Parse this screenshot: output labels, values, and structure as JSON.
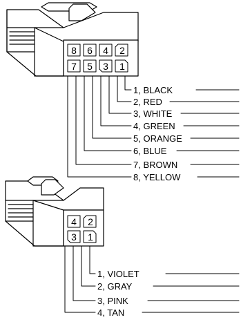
{
  "connectors": [
    {
      "id": "eight-pin",
      "pin_numbers": [
        "8",
        "6",
        "4",
        "2",
        "7",
        "5",
        "3",
        "1"
      ],
      "wires": [
        {
          "pin": "1",
          "label": "1, BLACK"
        },
        {
          "pin": "2",
          "label": "2, RED"
        },
        {
          "pin": "3",
          "label": "3, WHITE"
        },
        {
          "pin": "4",
          "label": "4, GREEN"
        },
        {
          "pin": "5",
          "label": "5, ORANGE"
        },
        {
          "pin": "6",
          "label": "6, BLUE"
        },
        {
          "pin": "7",
          "label": "7, BROWN"
        },
        {
          "pin": "8",
          "label": "8, YELLOW"
        }
      ]
    },
    {
      "id": "four-pin",
      "pin_numbers": [
        "4",
        "2",
        "3",
        "1"
      ],
      "wires": [
        {
          "pin": "1",
          "label": "1, VIOLET"
        },
        {
          "pin": "2",
          "label": "2, GRAY"
        },
        {
          "pin": "3",
          "label": "3, PINK"
        },
        {
          "pin": "4",
          "label": "4, TAN"
        }
      ]
    }
  ],
  "colors": {
    "ink": "#000000",
    "paper": "#ffffff"
  }
}
